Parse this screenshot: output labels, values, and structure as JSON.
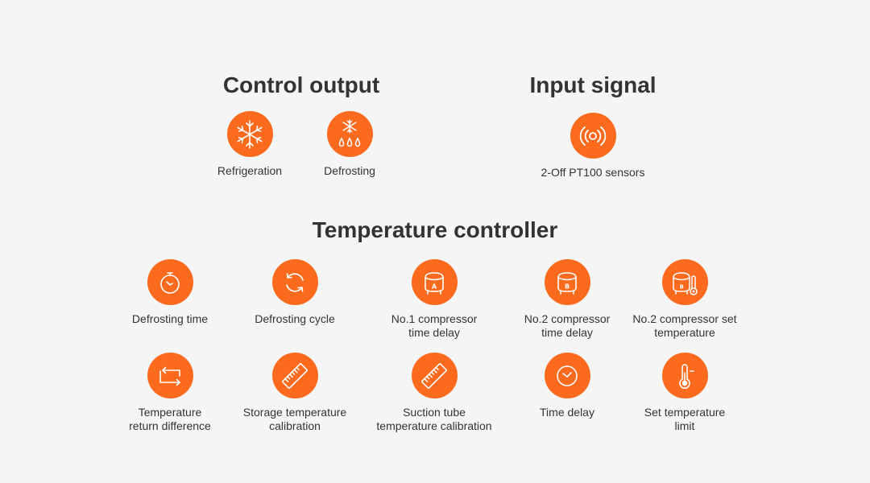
{
  "accent_color": "#fc6a1e",
  "sections": {
    "control_output": {
      "title": "Control output",
      "items": [
        {
          "label": "Refrigeration",
          "icon": "snowflake-icon"
        },
        {
          "label": "Defrosting",
          "icon": "defrost-icon"
        }
      ]
    },
    "input_signal": {
      "title": "Input signal",
      "items": [
        {
          "label": "2-Off PT100 sensors",
          "icon": "sensor-signal-icon"
        }
      ]
    },
    "temperature_controller": {
      "title": "Temperature controller",
      "items": [
        {
          "label": "Defrosting time",
          "icon": "stopwatch-icon"
        },
        {
          "label": "Defrosting cycle",
          "icon": "cycle-icon"
        },
        {
          "label": "No.1 compressor\ntime delay",
          "icon": "compressor-a-icon"
        },
        {
          "label": "No.2 compressor\ntime delay",
          "icon": "compressor-b-icon"
        },
        {
          "label": "No.2 compressor set\ntemperature",
          "icon": "compressor-thermometer-icon"
        },
        {
          "label": "Temperature\nreturn difference",
          "icon": "return-difference-icon"
        },
        {
          "label": "Storage temperature\ncalibration",
          "icon": "ruler-icon"
        },
        {
          "label": "Suction tube\ntemperature calibration",
          "icon": "ruler-icon"
        },
        {
          "label": "Time delay",
          "icon": "clock-icon"
        },
        {
          "label": "Set temperature\nlimit",
          "icon": "thermometer-icon"
        }
      ]
    }
  }
}
